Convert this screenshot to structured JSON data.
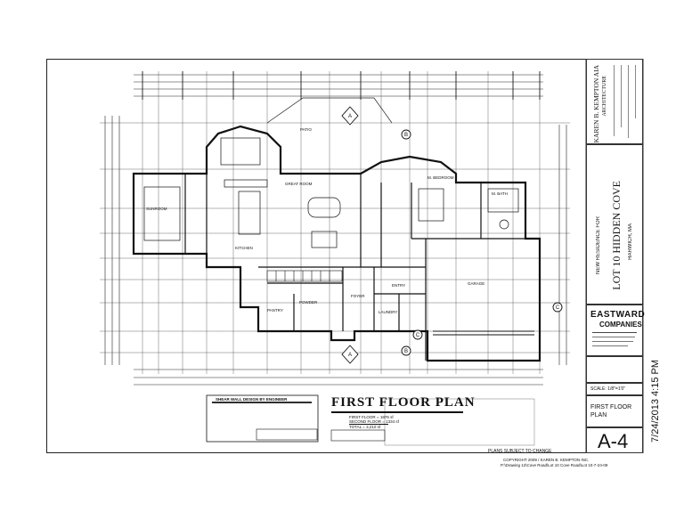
{
  "plan": {
    "title": "FIRST FLOOR PLAN",
    "shear_wall_title": "SHEAR WALL DESIGN BY ENGINEER",
    "area": [
      {
        "label": "FIRST FLOOR",
        "value": "1876 sf"
      },
      {
        "label": "SECOND FLOOR",
        "value": "1334 sf"
      },
      {
        "label": "TOTAL",
        "value": "3,210 sf"
      }
    ],
    "bottom_note": "PLANS SUBJECT TO CHANGE",
    "copyright": "COPYRIGHT 2009 / KAREN B. KEMPTON INC.",
    "filepath": "P:\\Drawing 12\\Cove Road\\Lot 10 Cove Road\\Lot 10-7-24-09",
    "rooms": [
      {
        "id": "patio",
        "label": "PATIO"
      },
      {
        "id": "great-room",
        "label": "GREAT ROOM"
      },
      {
        "id": "sunroom",
        "label": "SUNROOM"
      },
      {
        "id": "kitchen",
        "label": "KITCHEN"
      },
      {
        "id": "bedroom",
        "label": "M. BEDROOM"
      },
      {
        "id": "bath",
        "label": "M. BATH"
      },
      {
        "id": "garage",
        "label": "GARAGE"
      },
      {
        "id": "foyer",
        "label": "FOYER"
      },
      {
        "id": "laundry",
        "label": "LAUNDRY"
      },
      {
        "id": "entry",
        "label": "ENTRY"
      },
      {
        "id": "pantry",
        "label": "PANTRY"
      },
      {
        "id": "powder",
        "label": "POWDER"
      }
    ],
    "section_markers": [
      "A",
      "B",
      "C",
      "A",
      "B",
      "C"
    ]
  },
  "title_block": {
    "architect": "KAREN B. KEMPTON AIA",
    "architect_sub": "ARCHITECTURE",
    "project_prefix": "NEW RESIDENCE FOR",
    "project_name": "LOT 10 HIDDEN COVE",
    "location": "HARWICH, MA",
    "company_top": "EASTWARD",
    "company_bottom": "COMPANIES",
    "scale": "SCALE: 1/8\"=1'0\"",
    "sheet_title": "FIRST FLOOR PLAN",
    "sheet_number": "A-4"
  },
  "stamp": "7/24/2013 4:15 PM"
}
